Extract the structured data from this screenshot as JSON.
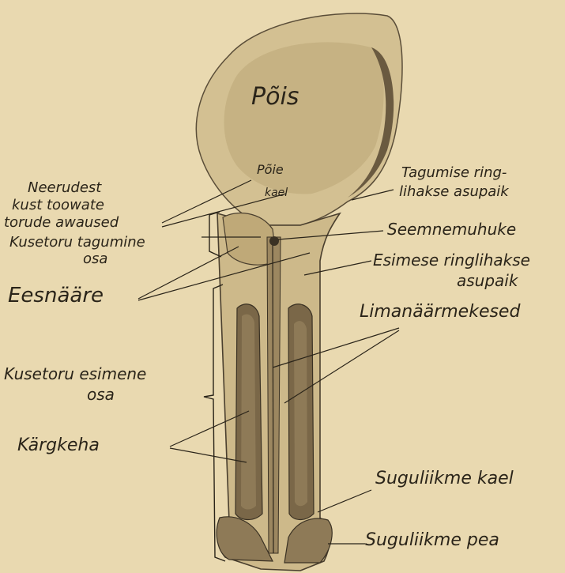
{
  "labels": {
    "bladder": "Põis",
    "bladder_neck_1": "Põie",
    "bladder_neck_2": "kael",
    "posterior_ring_1": "Tagumise ring-",
    "posterior_ring_2": "lihakse asupaik",
    "kidney_ducts_1": "Neerudest",
    "kidney_ducts_2": "kust toowate",
    "kidney_ducts_3": "torude awaused",
    "seminal_hill": "Seemnemuhuke",
    "posterior_urethra_1": "Kusetoru tagumine",
    "posterior_urethra_2": "osa",
    "anterior_ring_1": "Esimese ringlihakse",
    "anterior_ring_2": "asupaik",
    "prostate": "Eesnääre",
    "mucous_glands": "Limanäärmekesed",
    "anterior_urethra_1": "Kusetoru esimene",
    "anterior_urethra_2": "osa",
    "cavernous_body": "Kärgkeha",
    "penis_neck": "Suguliikme kael",
    "penis_head": "Suguliikme pea"
  }
}
